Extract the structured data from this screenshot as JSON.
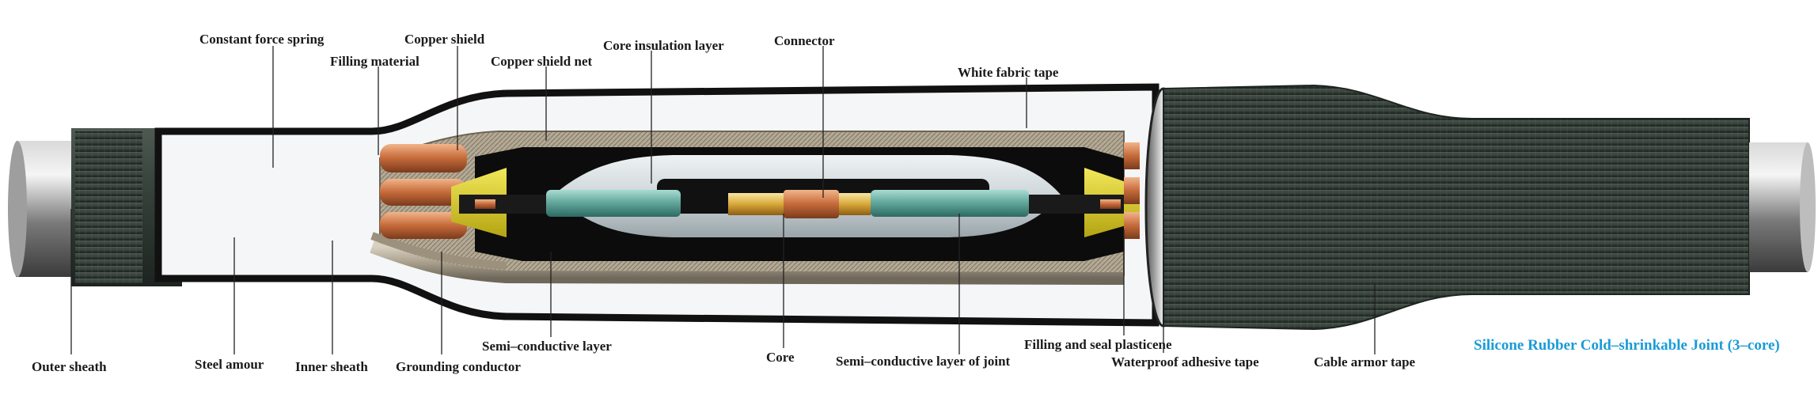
{
  "labels_top": {
    "constant_force_spring": "Constant force spring",
    "filling_material": "Filling material",
    "copper_shield": "Copper shield",
    "copper_shield_net": "Copper shield net",
    "core_insulation_layer": "Core insulation layer",
    "connector": "Connector",
    "white_fabric_tape": "White fabric tape"
  },
  "labels_bottom": {
    "outer_sheath": "Outer sheath",
    "steel_amour": "Steel amour",
    "inner_sheath": "Inner sheath",
    "grounding_conductor": "Grounding conductor",
    "semi_conductive_layer": "Semi–conductive layer",
    "core": "Core",
    "semi_conductive_layer_of_joint": "Semi–conductive layer of joint",
    "filling_and_seal_plasticene": "Filling and seal plasticene",
    "waterproof_adhesive_tape": "Waterproof adhesive tape",
    "cable_armor_tape": "Cable armor tape"
  },
  "caption": "Silicone Rubber Cold–shrinkable Joint (3–core)",
  "colors": {
    "caption": "#1a9bd7",
    "armor_tape": "#2f3a33",
    "copper": "#c9784a",
    "core_insulation": "#cfd8dc",
    "semi_conductive": "#0c0c0c",
    "cable_sheath": "#8a8a8a",
    "core_tube": "#6fb2a8",
    "plasticene": "#d4c21c"
  }
}
